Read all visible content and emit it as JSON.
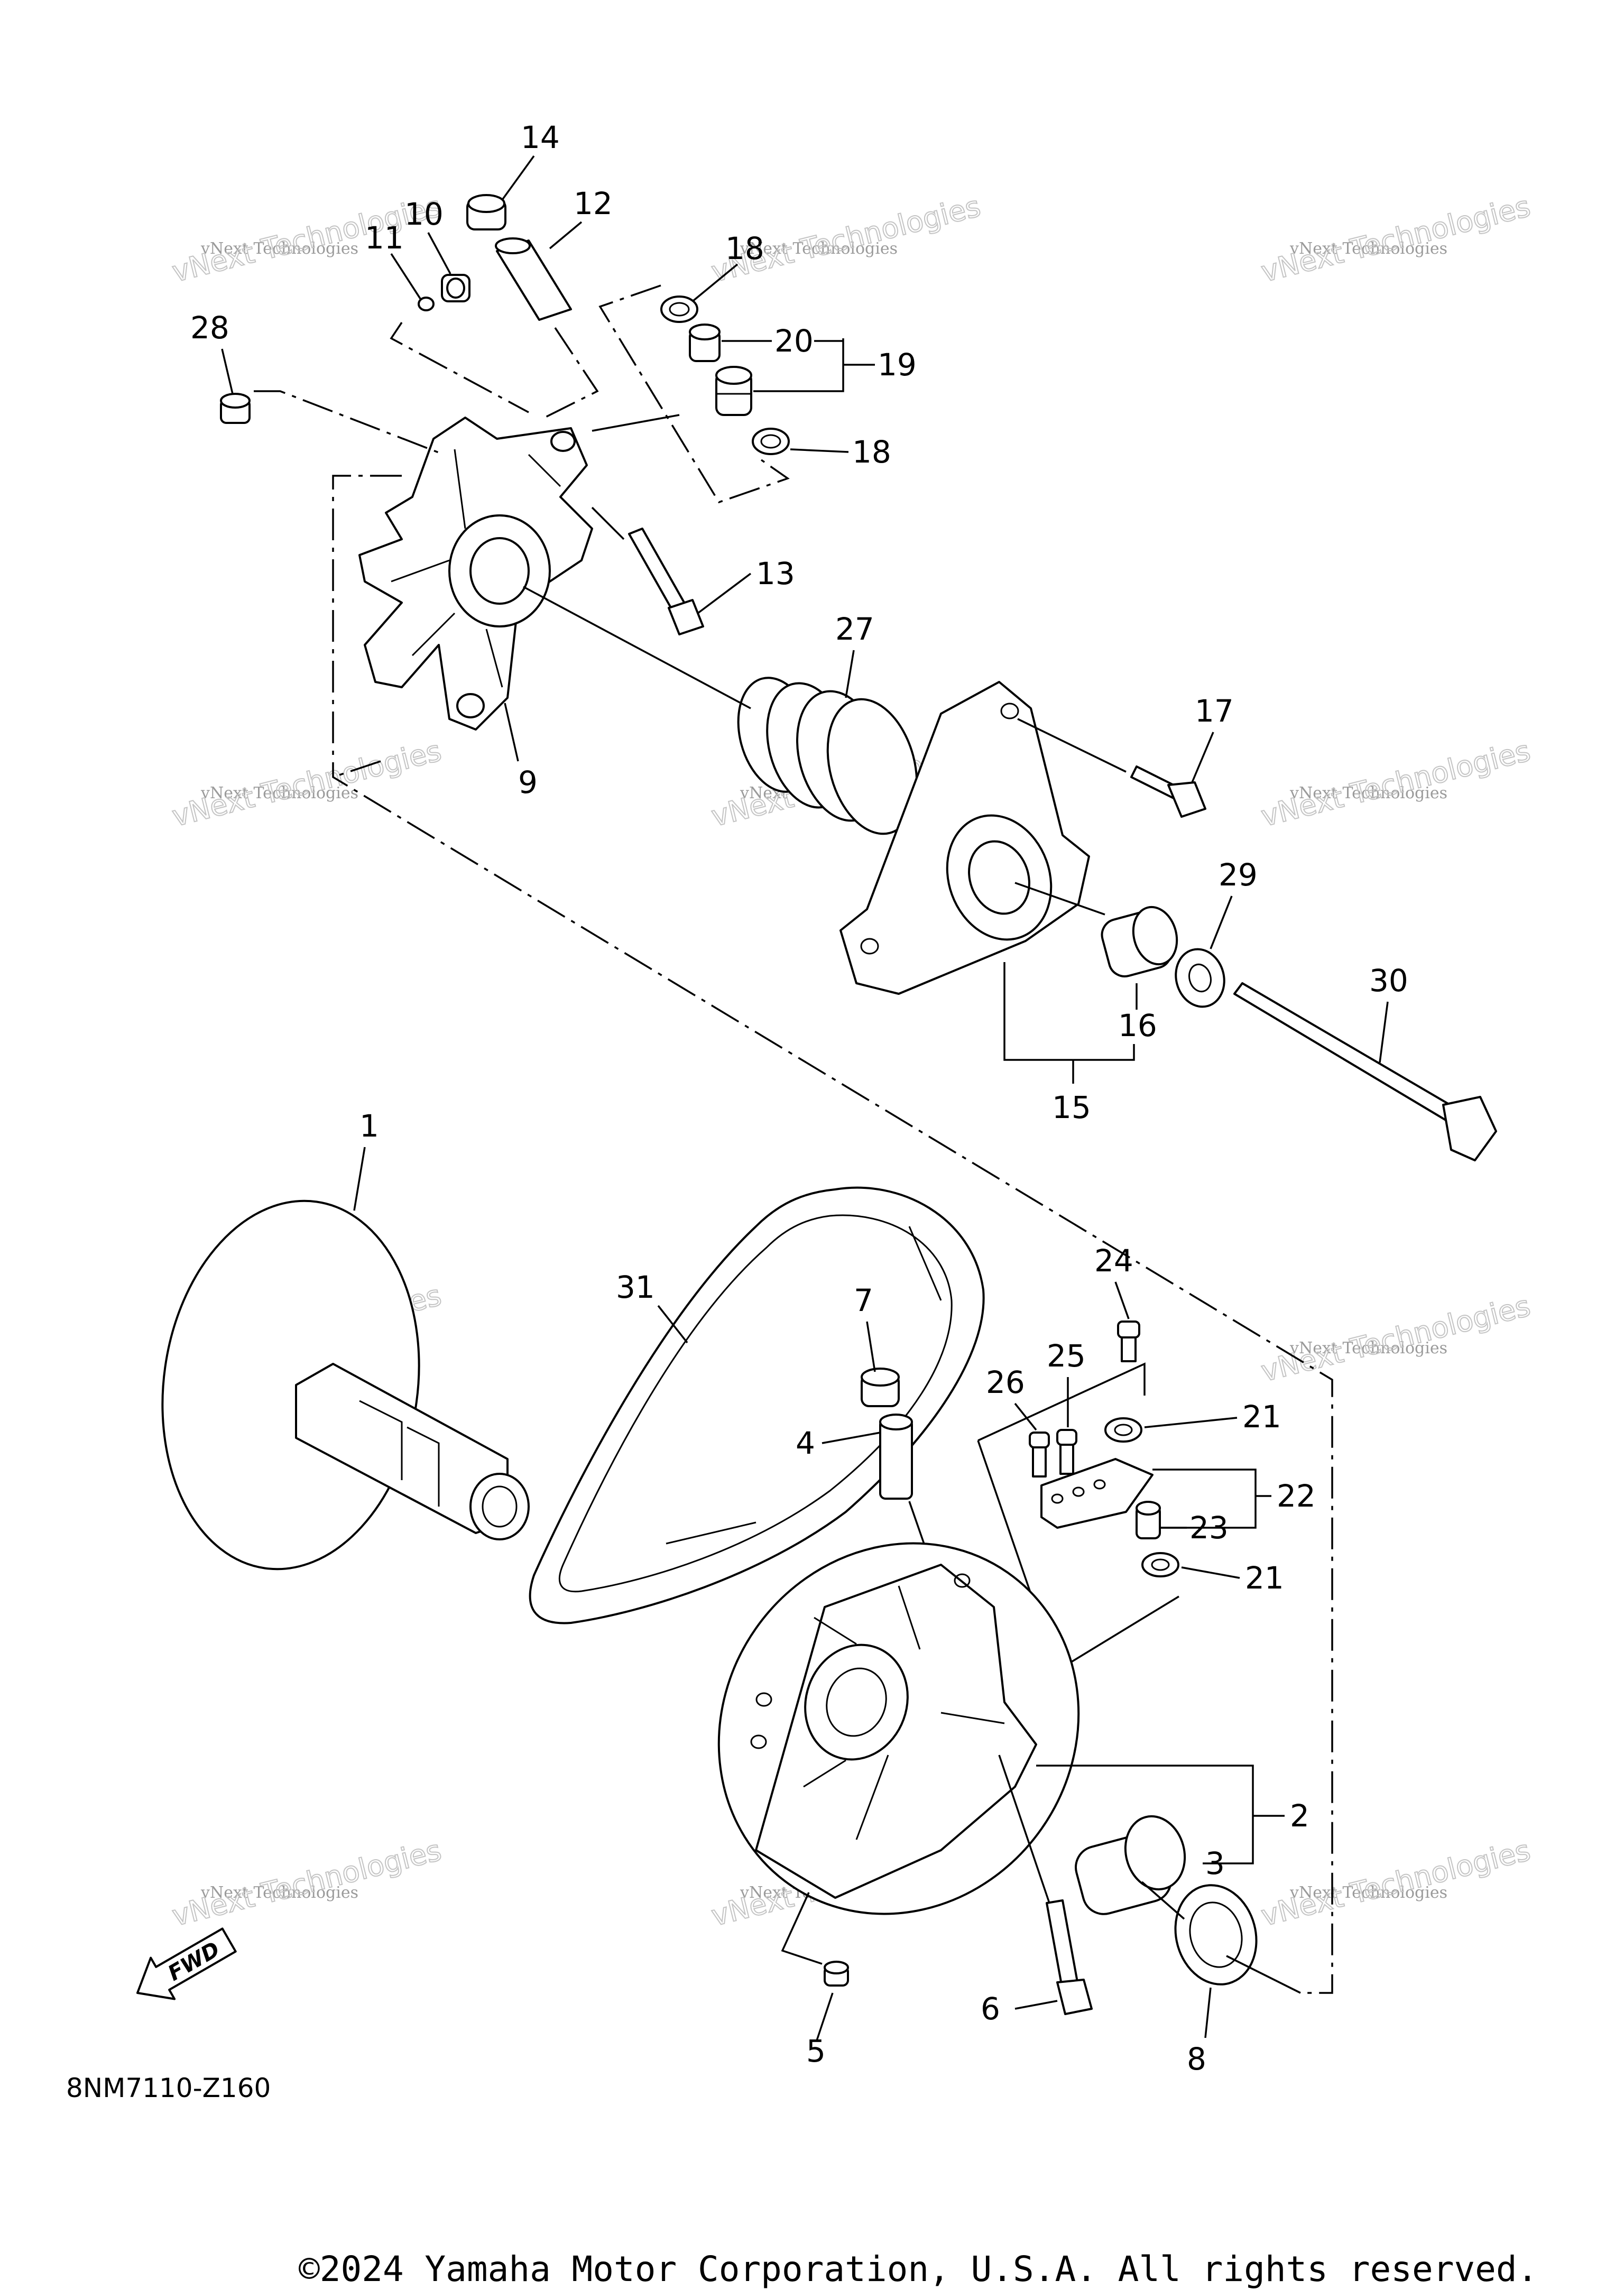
{
  "diagram_code": "8NM7110-Z160",
  "copyright": "©2024 Yamaha Motor Corporation, U.S.A. All rights reserved.",
  "fwd_label": "FWD",
  "watermark": {
    "line1": "vNext Technologies",
    "line2": "vNext Technologies"
  },
  "callouts": {
    "p1": "1",
    "p2": "2",
    "p3": "3",
    "p4": "4",
    "p5": "5",
    "p6": "6",
    "p7": "7",
    "p8": "8",
    "p9": "9",
    "p10": "10",
    "p11": "11",
    "p12": "12",
    "p13": "13",
    "p14": "14",
    "p15": "15",
    "p16": "16",
    "p17": "17",
    "p18a": "18",
    "p18b": "18",
    "p19": "19",
    "p20": "20",
    "p21a": "21",
    "p21b": "21",
    "p22": "22",
    "p23": "23",
    "p24": "24",
    "p25": "25",
    "p26": "26",
    "p27": "27",
    "p28": "28",
    "p29": "29",
    "p30": "30",
    "p31": "31"
  }
}
